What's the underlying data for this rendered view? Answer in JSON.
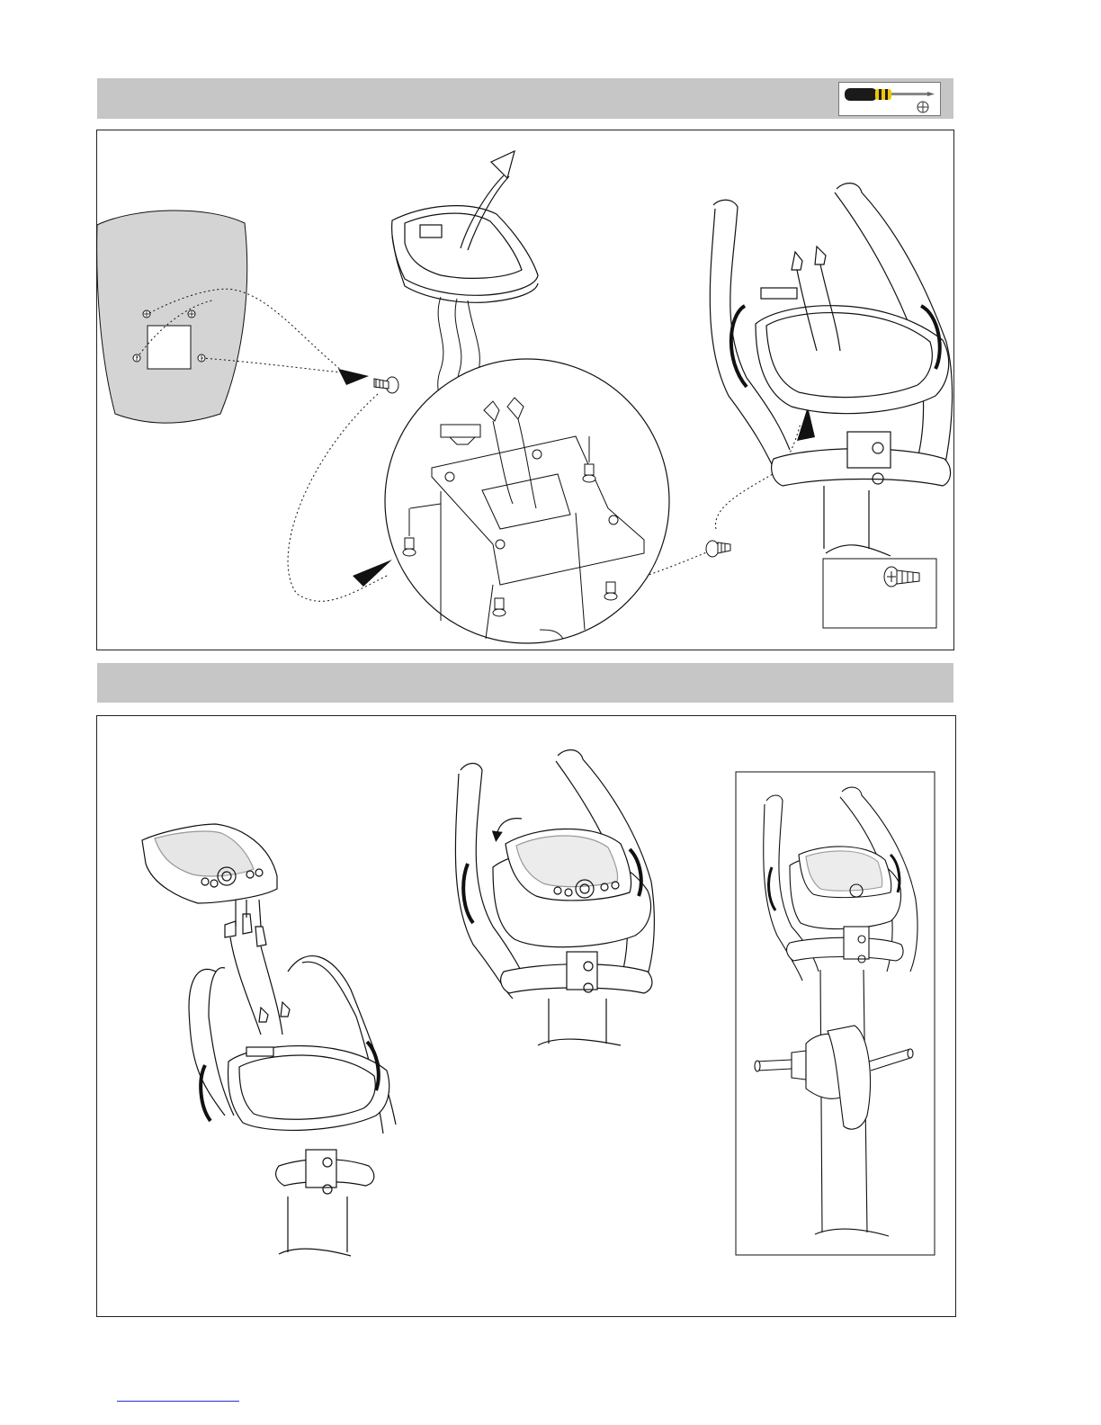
{
  "colors": {
    "section_bar": "#c6c6c6",
    "panel_border": "#222222",
    "line_art": "#111111",
    "gray_cover": "#d4d4d4",
    "screwdriver_handle": "#1a1a1a",
    "screwdriver_grip": "#f2c500",
    "footer_link": "#2b2bd6"
  },
  "icons": {
    "tool": "phillips-screwdriver-icon",
    "screw": "phillips-screw-icon"
  },
  "steps": [
    {
      "title": "",
      "illustrations": [
        "console-back-cover",
        "console-bracket-zoom",
        "handlebar-console-mount",
        "screw-detail"
      ]
    },
    {
      "title": "",
      "illustrations": [
        "console-wiring",
        "console-installed",
        "assembled-view"
      ]
    }
  ]
}
